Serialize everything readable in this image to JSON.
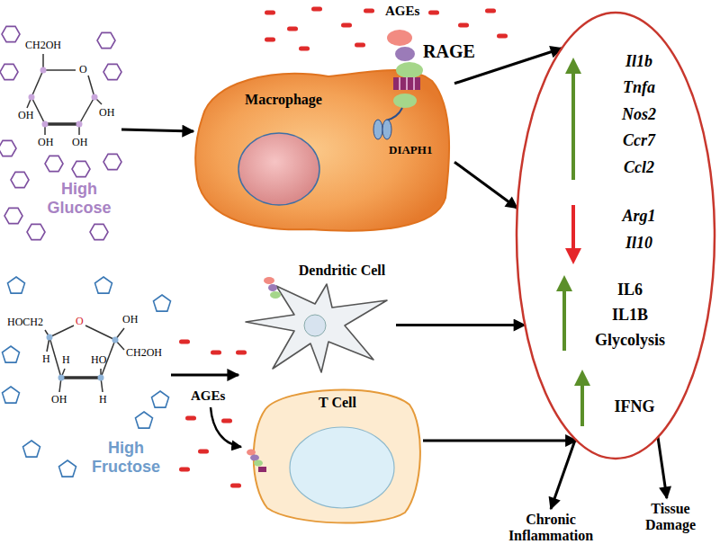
{
  "diagram": {
    "nodes": [
      {
        "text": [
          "High Glucose"
        ]
      },
      {
        "text": [
          "Macrophage"
        ]
      },
      {
        "text": [
          "High Fructose"
        ]
      },
      {
        "text": [
          "Dendritic Cell"
        ]
      },
      {
        "text": [
          "T Cell"
        ]
      },
      {
        "text": [
          "Il1b",
          "Tnfa",
          "Nos2",
          "Ccr7",
          "Ccl2",
          "Arg1",
          "Il10",
          "IL6",
          "IL1B",
          "Glycolysis",
          "IFNG"
        ]
      },
      {
        "text": [
          "Chronic Inflammation"
        ]
      },
      {
        "text": [
          "Tissue Damage"
        ]
      }
    ],
    "edges": [
      {
        "from": 0,
        "to": 1,
        "arrow": "to"
      },
      {
        "from": 1,
        "to": 5,
        "arrow": "to"
      },
      {
        "from": 1,
        "to": 5,
        "arrow": "to"
      },
      {
        "from": 2,
        "to": 3,
        "arrow": "to"
      },
      {
        "from": 3,
        "to": 5,
        "arrow": "to"
      },
      {
        "from": 4,
        "to": 5,
        "arrow": "to"
      },
      {
        "from": 5,
        "to": 6,
        "arrow": "to"
      },
      {
        "from": 5,
        "to": 7,
        "arrow": "to"
      }
    ],
    "labels": [
      "CH2OH",
      "O",
      "OH",
      "OH",
      "OH",
      "OH",
      "AGEs",
      "RAGE",
      "DIAPH1",
      "HOCH2",
      "O",
      "OH",
      "H",
      "H",
      "HO",
      "CH2OH",
      "OH",
      "H",
      "AGEs"
    ]
  }
}
